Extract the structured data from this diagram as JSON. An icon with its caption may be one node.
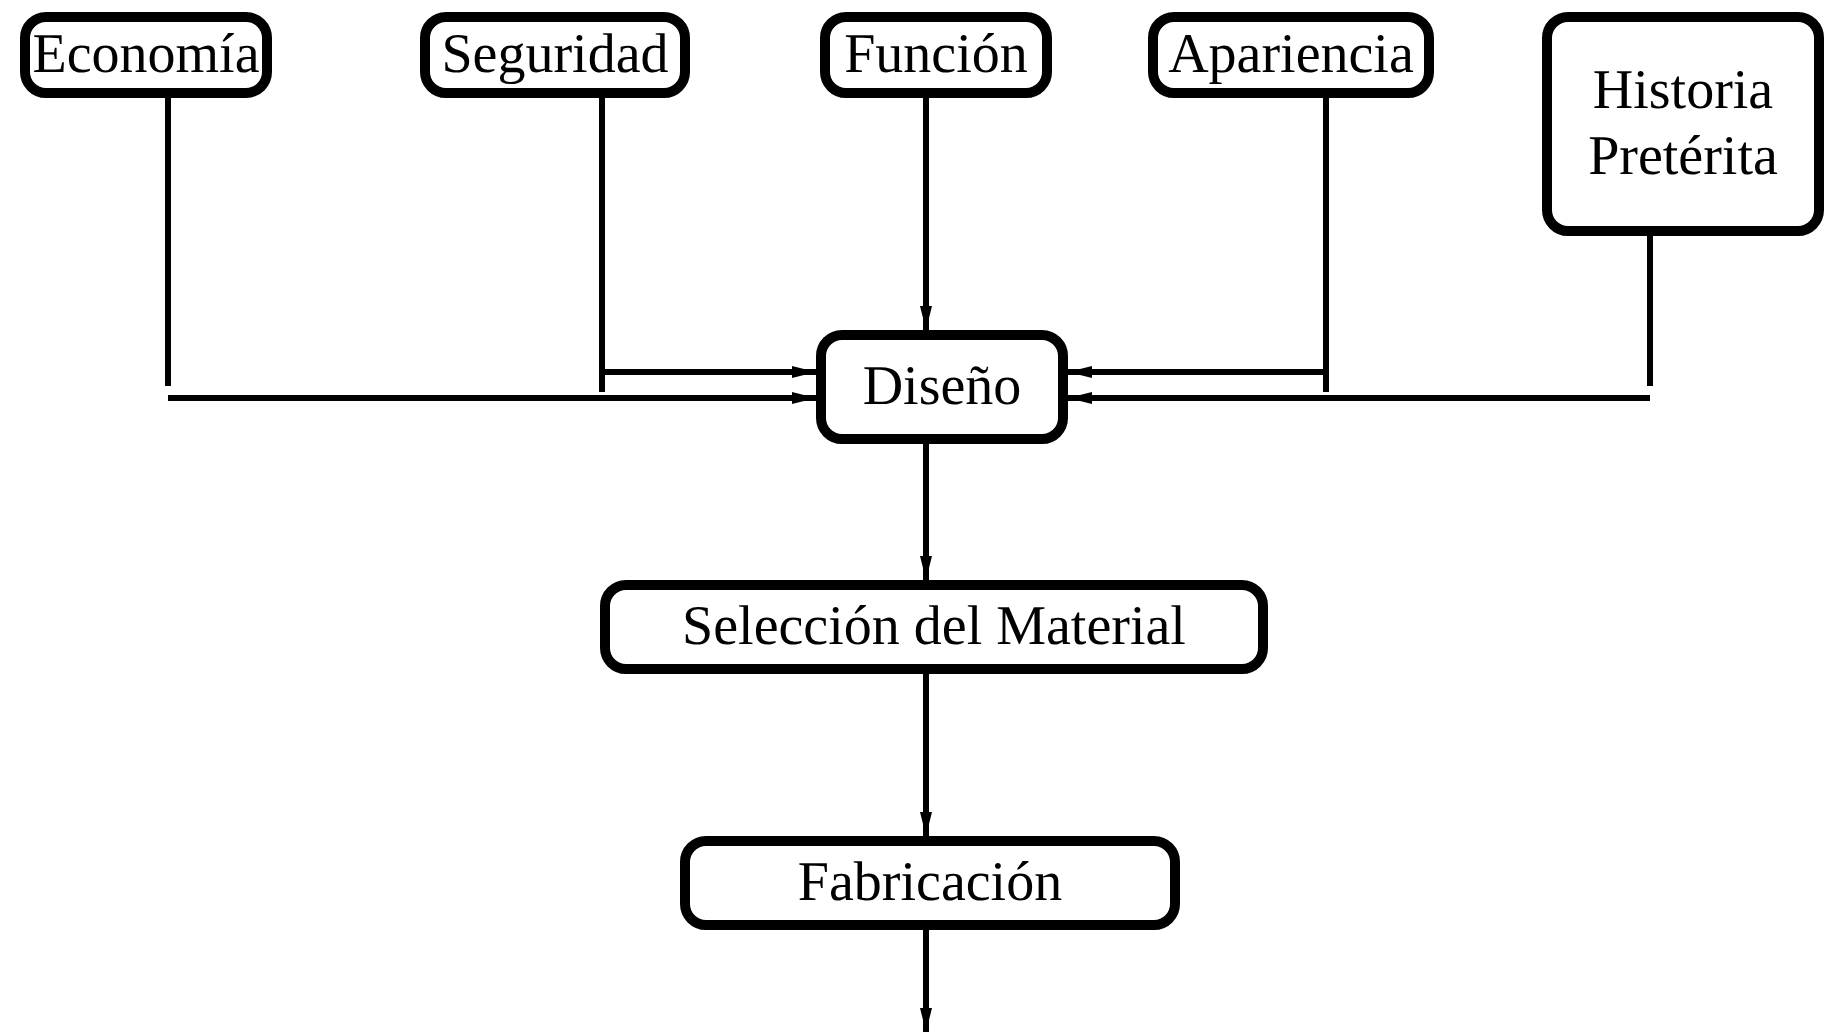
{
  "diagram": {
    "nodes": [
      {
        "text": [
          "Economía"
        ]
      },
      {
        "text": [
          "Seguridad"
        ]
      },
      {
        "text": [
          "Función"
        ]
      },
      {
        "text": [
          "Apariencia"
        ]
      },
      {
        "text": [
          "Historia Pretérita"
        ]
      },
      {
        "text": [
          "Diseño"
        ]
      },
      {
        "text": [
          "Selección del Material"
        ]
      },
      {
        "text": [
          "Fabricación"
        ]
      }
    ],
    "edges": [
      {
        "from": 0,
        "to": 5,
        "arrow": "to"
      },
      {
        "from": 1,
        "to": 5,
        "arrow": "to"
      },
      {
        "from": 2,
        "to": 5,
        "arrow": "to"
      },
      {
        "from": 3,
        "to": 5,
        "arrow": "to"
      },
      {
        "from": 4,
        "to": 5,
        "arrow": "to"
      },
      {
        "from": 5,
        "to": 6,
        "arrow": "to"
      },
      {
        "from": 6,
        "to": 7,
        "arrow": "to"
      },
      {
        "from": 7,
        "to": null,
        "arrow": "to"
      }
    ]
  }
}
